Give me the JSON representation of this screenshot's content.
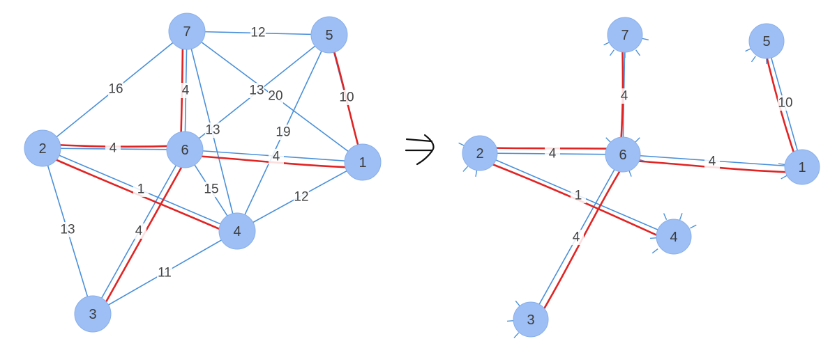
{
  "graphs": [
    {
      "id": "original",
      "nodes": [
        {
          "id": "7",
          "label": "7"
        },
        {
          "id": "5",
          "label": "5"
        },
        {
          "id": "2",
          "label": "2"
        },
        {
          "id": "6",
          "label": "6"
        },
        {
          "id": "1",
          "label": "1"
        },
        {
          "id": "4",
          "label": "4"
        },
        {
          "id": "3",
          "label": "3"
        }
      ],
      "edges": [
        {
          "from": "7",
          "to": "5",
          "weight": "12",
          "highlighted": false
        },
        {
          "from": "7",
          "to": "2",
          "weight": "16",
          "highlighted": false
        },
        {
          "from": "7",
          "to": "6",
          "weight": "4",
          "highlighted": true
        },
        {
          "from": "7",
          "to": "1",
          "weight": "20",
          "highlighted": false
        },
        {
          "from": "7",
          "to": "4",
          "weight": "13",
          "highlighted": false
        },
        {
          "from": "5",
          "to": "6",
          "weight": "13",
          "highlighted": false
        },
        {
          "from": "5",
          "to": "1",
          "weight": "10",
          "highlighted": true
        },
        {
          "from": "5",
          "to": "4",
          "weight": "19",
          "highlighted": false
        },
        {
          "from": "2",
          "to": "6",
          "weight": "4",
          "highlighted": true
        },
        {
          "from": "2",
          "to": "4",
          "weight": "1",
          "highlighted": true
        },
        {
          "from": "2",
          "to": "3",
          "weight": "13",
          "highlighted": false
        },
        {
          "from": "6",
          "to": "1",
          "weight": "4",
          "highlighted": true
        },
        {
          "from": "6",
          "to": "4",
          "weight": "15",
          "highlighted": false
        },
        {
          "from": "6",
          "to": "3",
          "weight": "4",
          "highlighted": true
        },
        {
          "from": "1",
          "to": "4",
          "weight": "12",
          "highlighted": false
        },
        {
          "from": "3",
          "to": "4",
          "weight": "11",
          "highlighted": false
        }
      ]
    },
    {
      "id": "spanning-tree",
      "nodes": [
        {
          "id": "7",
          "label": "7"
        },
        {
          "id": "5",
          "label": "5"
        },
        {
          "id": "2",
          "label": "2"
        },
        {
          "id": "6",
          "label": "6"
        },
        {
          "id": "1",
          "label": "1"
        },
        {
          "id": "4",
          "label": "4"
        },
        {
          "id": "3",
          "label": "3"
        }
      ],
      "edges": [
        {
          "from": "7",
          "to": "6",
          "weight": "4",
          "highlighted": true
        },
        {
          "from": "5",
          "to": "1",
          "weight": "10",
          "highlighted": true
        },
        {
          "from": "2",
          "to": "6",
          "weight": "4",
          "highlighted": true
        },
        {
          "from": "2",
          "to": "4",
          "weight": "1",
          "highlighted": true
        },
        {
          "from": "6",
          "to": "1",
          "weight": "4",
          "highlighted": true
        },
        {
          "from": "6",
          "to": "3",
          "weight": "4",
          "highlighted": true
        }
      ]
    }
  ],
  "colors": {
    "node_fill": "#9dbff5",
    "edge": "#4a90d9",
    "highlight": "#e02424",
    "label": "#444444"
  },
  "arrow_symbol": "hand-drawn-arrow-icon"
}
